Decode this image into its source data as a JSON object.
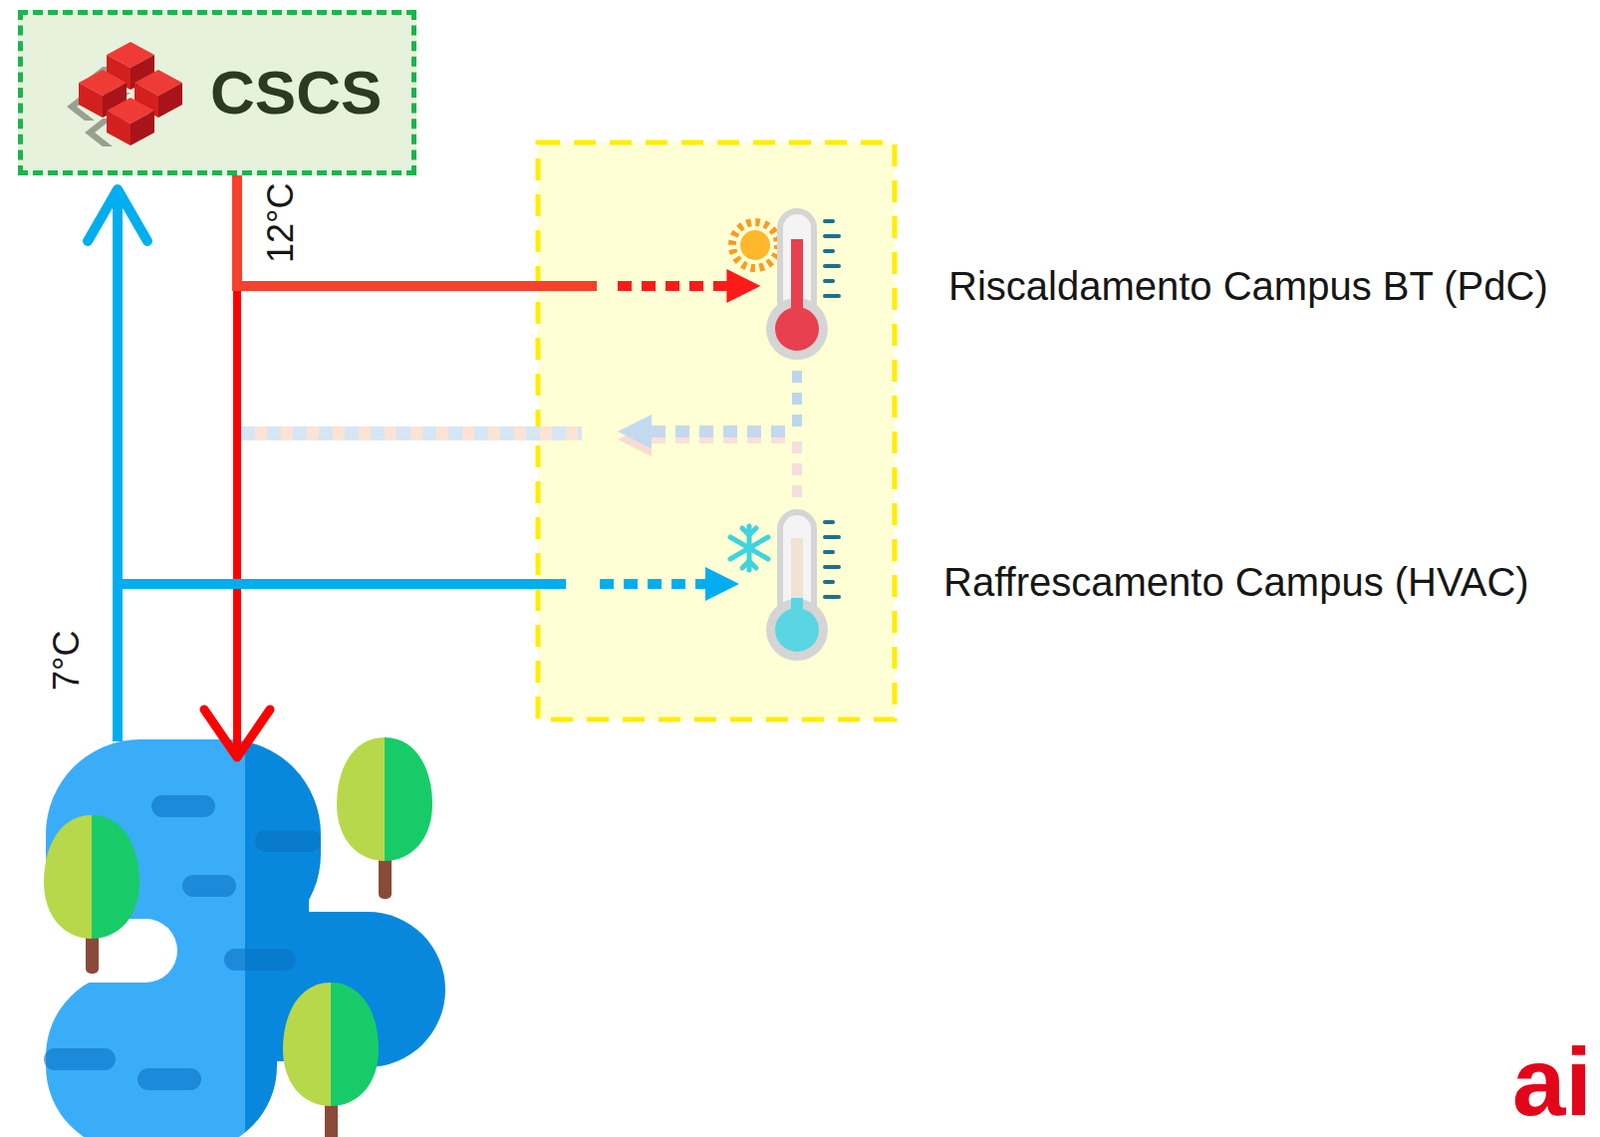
{
  "diagram": {
    "nodes": [
      {
        "text": [
          "CSCS"
        ]
      },
      {
        "text": [
          "Riscaldamento Campus BT (PdC)"
        ]
      },
      {
        "text": [
          "Raffrescamento Campus (HVAC)"
        ]
      }
    ],
    "edges": [
      {
        "from": 0,
        "to": 1,
        "arrow": "to"
      }
    ],
    "labels": [
      "12°C",
      "7°C",
      "ai"
    ]
  }
}
